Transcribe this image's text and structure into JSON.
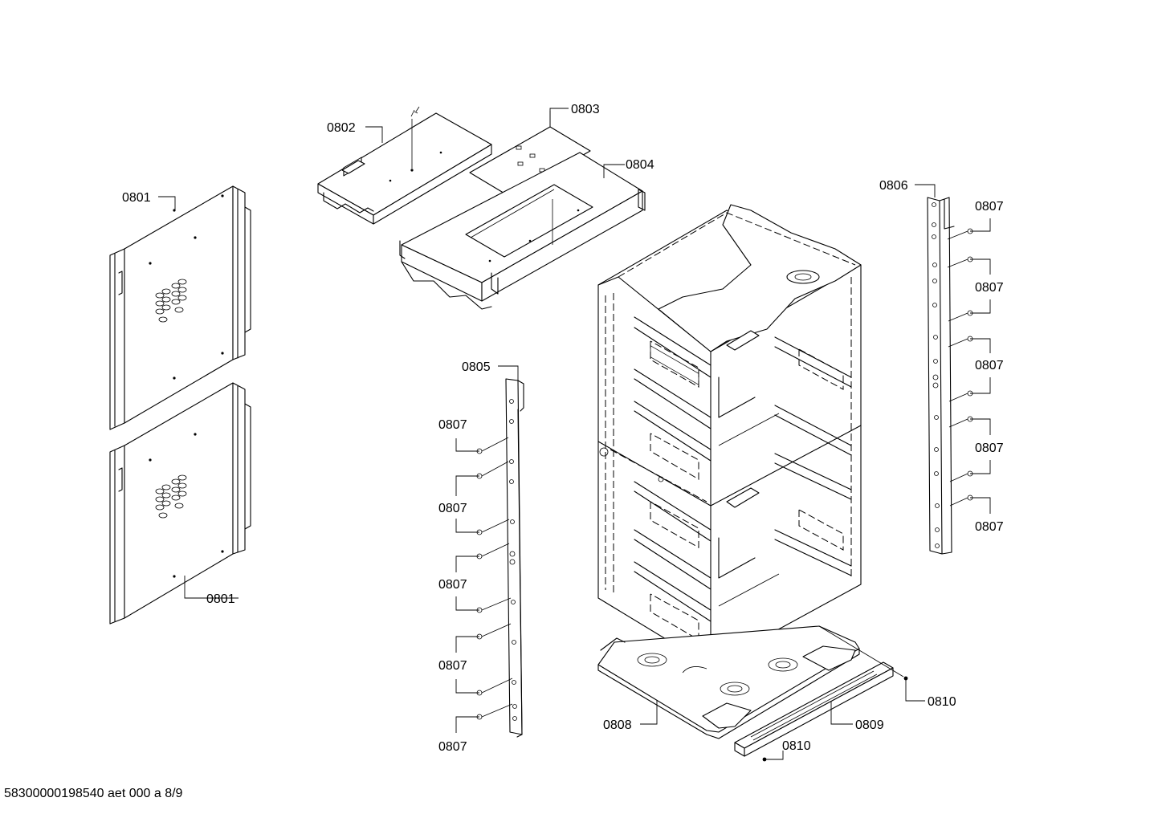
{
  "callouts": [
    {
      "id": "label-0801-top",
      "text": "0801"
    },
    {
      "id": "label-0801-bottom",
      "text": "0801"
    },
    {
      "id": "label-0802",
      "text": "0802"
    },
    {
      "id": "label-0803",
      "text": "0803"
    },
    {
      "id": "label-0804",
      "text": "0804"
    },
    {
      "id": "label-0805",
      "text": "0805"
    },
    {
      "id": "label-0806",
      "text": "0806"
    },
    {
      "id": "label-0807-l1",
      "text": "0807"
    },
    {
      "id": "label-0807-l2",
      "text": "0807"
    },
    {
      "id": "label-0807-l3",
      "text": "0807"
    },
    {
      "id": "label-0807-l4",
      "text": "0807"
    },
    {
      "id": "label-0807-l5",
      "text": "0807"
    },
    {
      "id": "label-0807-r1",
      "text": "0807"
    },
    {
      "id": "label-0807-r2",
      "text": "0807"
    },
    {
      "id": "label-0807-r3",
      "text": "0807"
    },
    {
      "id": "label-0807-r4",
      "text": "0807"
    },
    {
      "id": "label-0807-r5",
      "text": "0807"
    },
    {
      "id": "label-0808",
      "text": "0808"
    },
    {
      "id": "label-0809",
      "text": "0809"
    },
    {
      "id": "label-0810-right",
      "text": "0810"
    },
    {
      "id": "label-0810-bottom",
      "text": "0810"
    }
  ],
  "footer": {
    "document_code": "58300000198540 aet 000 a 8/9"
  }
}
